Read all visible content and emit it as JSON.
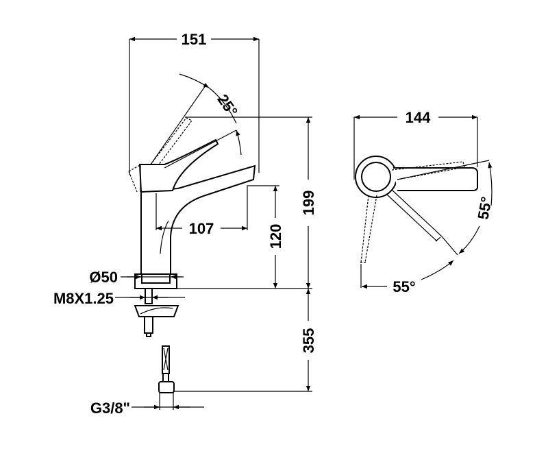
{
  "drawing": {
    "side_view": {
      "width_total": "151",
      "lever_angle": "25°",
      "height_total": "199",
      "spout_height": "120",
      "spout_reach": "107",
      "base_diameter": "Ø50",
      "thread": "M8X1.25",
      "hose_length": "355",
      "connection": "G3/8\""
    },
    "top_view": {
      "width_total": "144",
      "rotation_right": "55°",
      "rotation_left": "55°"
    }
  }
}
